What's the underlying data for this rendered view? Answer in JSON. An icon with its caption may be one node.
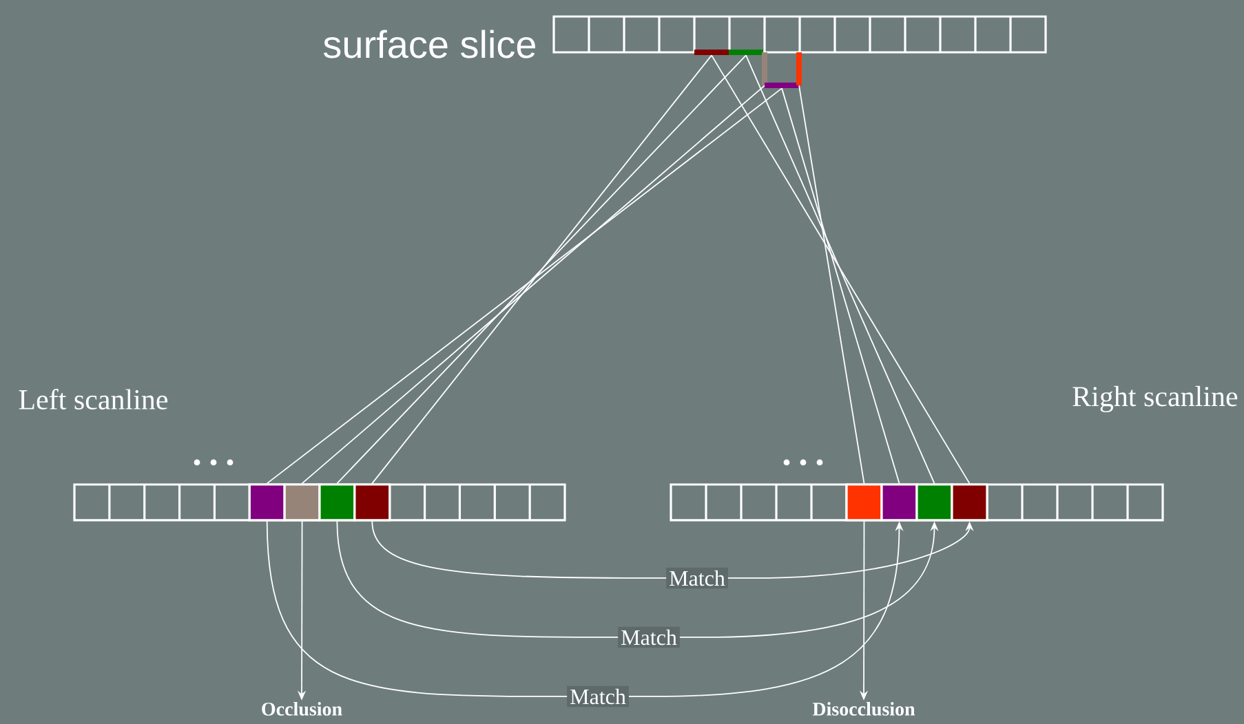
{
  "diagram": {
    "nodes": [
      {
        "text": [],
        "shape": "box"
      },
      {
        "text": [],
        "shape": "bar"
      },
      {
        "text": [],
        "shape": "bar"
      },
      {
        "text": [],
        "shape": "bar"
      },
      {
        "text": [],
        "shape": "bar"
      },
      {
        "text": [],
        "shape": "bar"
      },
      {
        "text": [],
        "shape": "box"
      },
      {
        "text": [],
        "shape": "box",
        "in": 6
      },
      {
        "text": [],
        "shape": "box",
        "in": 6
      },
      {
        "text": [],
        "shape": "box",
        "in": 6
      },
      {
        "text": [],
        "shape": "box",
        "in": 6
      },
      {
        "text": [],
        "shape": "box"
      },
      {
        "text": [],
        "shape": "box",
        "in": 11
      },
      {
        "text": [],
        "shape": "box",
        "in": 11
      },
      {
        "text": [],
        "shape": "box",
        "in": 11
      },
      {
        "text": [],
        "shape": "box",
        "in": 11
      },
      {
        "text": [
          "Occlusion"
        ]
      },
      {
        "text": [
          "Disocclusion"
        ]
      }
    ],
    "edges": [
      {
        "from": 1,
        "to": 10,
        "arrow": "none"
      },
      {
        "from": 2,
        "to": 9,
        "arrow": "none"
      },
      {
        "from": 3,
        "to": 8,
        "arrow": "none"
      },
      {
        "from": 4,
        "to": 7,
        "arrow": "none"
      },
      {
        "from": 1,
        "to": 15,
        "arrow": "none"
      },
      {
        "from": 2,
        "to": 14,
        "arrow": "none"
      },
      {
        "from": 4,
        "to": 13,
        "arrow": "none"
      },
      {
        "from": 5,
        "to": 12,
        "arrow": "none"
      },
      {
        "from": 10,
        "to": 15,
        "arrow": "to",
        "label": "Match"
      },
      {
        "from": 9,
        "to": 14,
        "arrow": "to",
        "label": "Match"
      },
      {
        "from": 7,
        "to": 13,
        "arrow": "to",
        "label": "Match"
      },
      {
        "from": 8,
        "to": 16,
        "arrow": "to"
      },
      {
        "from": 12,
        "to": 17,
        "arrow": "to"
      }
    ],
    "labels": [
      "surface slice",
      "Left scanline",
      "Right scanline"
    ]
  }
}
